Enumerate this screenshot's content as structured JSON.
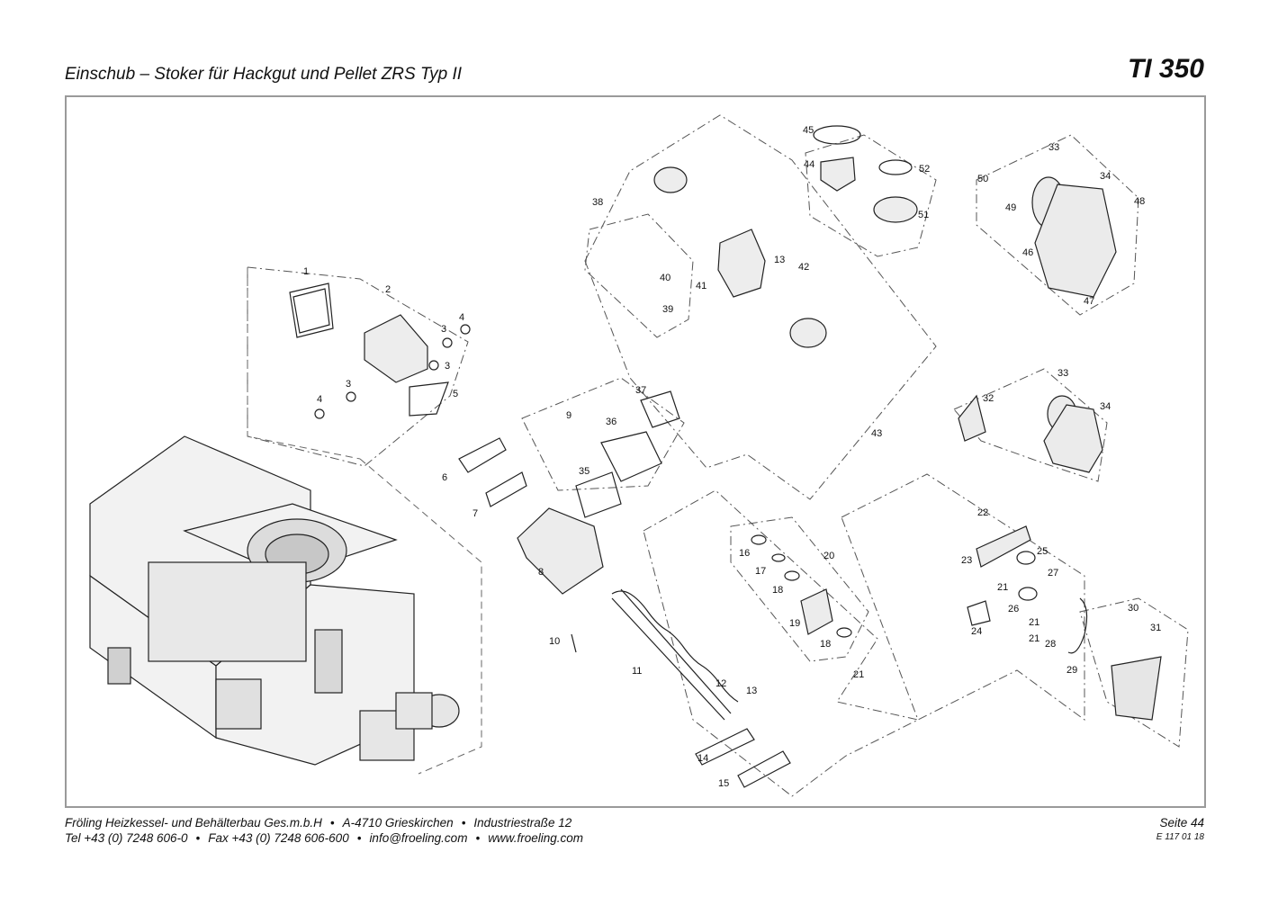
{
  "header": {
    "title": "Einschub – Stoker für Hackgut und Pellet ZRS Typ II",
    "model": "TI 350"
  },
  "footer": {
    "line1": [
      "Fröling Heizkessel- und Behälterbau Ges.m.b.H",
      "A-4710 Grieskirchen",
      "Industriestraße 12"
    ],
    "line2": [
      "Tel +43 (0) 7248 606-0",
      "Fax +43 (0) 7248 606-600",
      "info@froeling.com",
      "www.froeling.com"
    ],
    "page": "Seite 44",
    "doc_number": "E 117 01 18",
    "separator": "•"
  },
  "callouts": [
    "1",
    "2",
    "3",
    "3",
    "3",
    "4",
    "4",
    "5",
    "6",
    "7",
    "8",
    "9",
    "10",
    "11",
    "12",
    "13",
    "13",
    "14",
    "15",
    "16",
    "17",
    "18",
    "18",
    "19",
    "20",
    "21",
    "21",
    "21",
    "21",
    "22",
    "23",
    "24",
    "25",
    "26",
    "27",
    "28",
    "29",
    "30",
    "31",
    "32",
    "33",
    "33",
    "34",
    "34",
    "35",
    "36",
    "37",
    "38",
    "39",
    "40",
    "41",
    "42",
    "43",
    "44",
    "45",
    "46",
    "47",
    "48",
    "49",
    "50",
    "51",
    "52"
  ]
}
